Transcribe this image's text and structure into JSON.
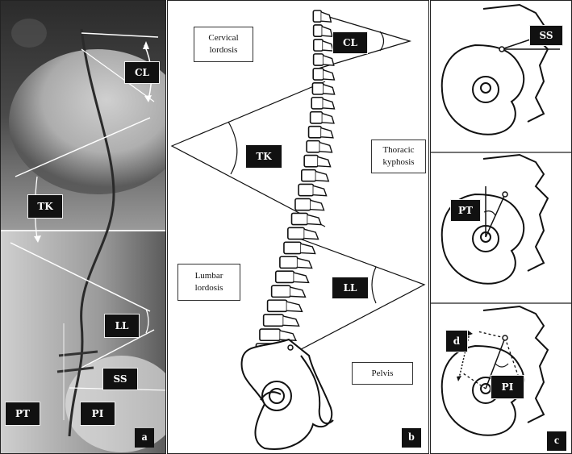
{
  "panel_a": {
    "letter": "a",
    "labels": {
      "cl": "CL",
      "tk": "TK",
      "ll": "LL",
      "ss": "SS",
      "pt": "PT",
      "pi": "PI"
    }
  },
  "panel_b": {
    "letter": "b",
    "labels": {
      "cl": "CL",
      "tk": "TK",
      "ll": "LL"
    },
    "captions": {
      "cervical_line1": "Cervical",
      "cervical_line2": "lordosis",
      "thoracic_line1": "Thoracic",
      "thoracic_line2": "kyphosis",
      "lumbar_line1": "Lumbar",
      "lumbar_line2": "lordosis",
      "pelvis": "Pelvis"
    }
  },
  "panel_c": {
    "letter": "c",
    "labels": {
      "ss": "SS",
      "pt": "PT",
      "d": "d",
      "pi": "PI"
    }
  }
}
